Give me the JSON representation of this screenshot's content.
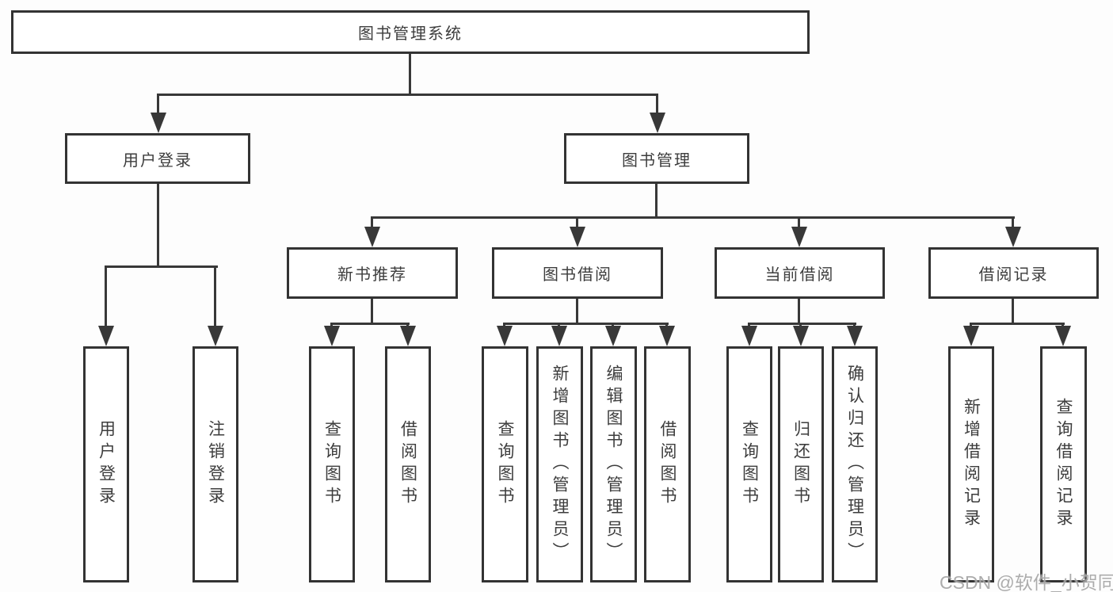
{
  "diagram": {
    "title": "图书管理系统",
    "root": {
      "label": "图书管理系统"
    },
    "level2": [
      {
        "label": "用户登录"
      },
      {
        "label": "图书管理"
      }
    ],
    "level3": [
      {
        "label": "新书推荐"
      },
      {
        "label": "图书借阅"
      },
      {
        "label": "当前借阅"
      },
      {
        "label": "借阅记录"
      }
    ],
    "leaves": {
      "user_login": [
        {
          "label": "用户登录"
        },
        {
          "label": "注销登录"
        }
      ],
      "new_book": [
        {
          "label": "查询图书"
        },
        {
          "label": "借阅图书"
        }
      ],
      "book_borrow": [
        {
          "label": "查询图书"
        },
        {
          "label": "新增图书（管理员）"
        },
        {
          "label": "编辑图书（管理员）"
        },
        {
          "label": "借阅图书"
        }
      ],
      "current_borrow": [
        {
          "label": "查询图书"
        },
        {
          "label": "归还图书"
        },
        {
          "label": "确认归还（管理员）"
        }
      ],
      "borrow_records": [
        {
          "label": "新增借阅记录"
        },
        {
          "label": "查询借阅记录"
        }
      ]
    }
  },
  "watermark": {
    "text": "CSDN @软件_小贺同学"
  },
  "colors": {
    "line": "#383838",
    "box_border": "#333333",
    "text": "#3d3d3d",
    "background": "#fdfdfd",
    "watermark": "#9e9e9e"
  }
}
